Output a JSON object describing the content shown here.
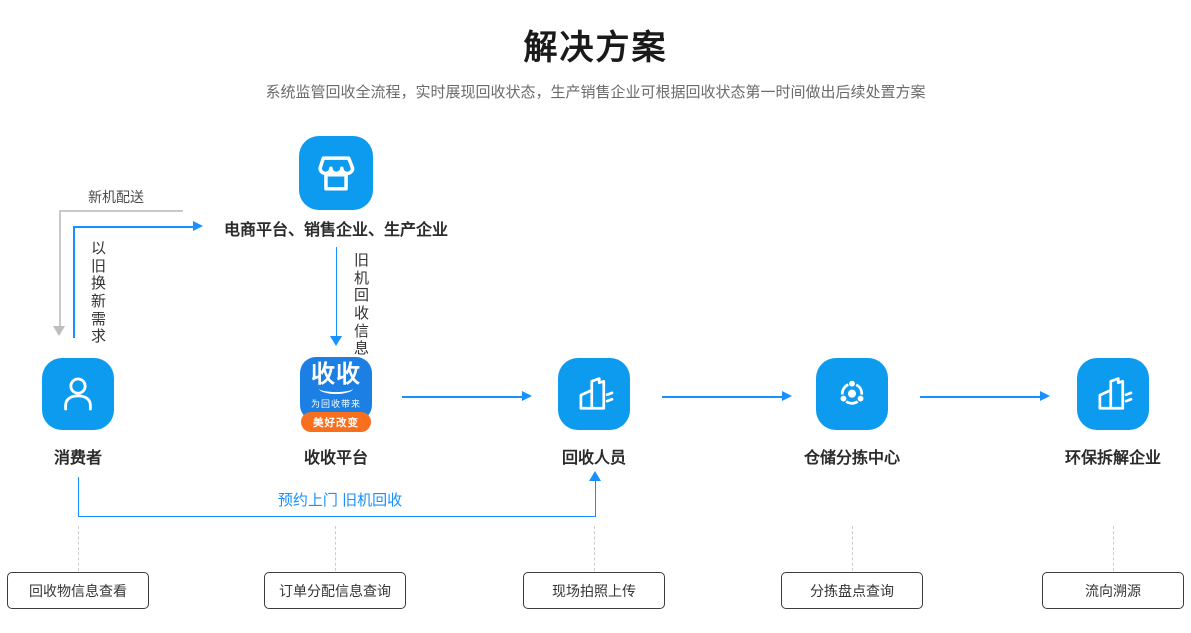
{
  "header": {
    "title": "解决方案",
    "subtitle": "系统监管回收全流程，实时展现回收状态，生产销售企业可根据回收状态第一时间做出后续处置方案"
  },
  "colors": {
    "icon_blue": "#0d9bf0",
    "arrow_blue": "#1890ff",
    "logo_blue": "#1b7fe4",
    "logo_orange": "#f8701d",
    "gray_line": "#c9c9c9",
    "dash_gray": "#cccccc"
  },
  "flow": {
    "top_node": {
      "label": "电商平台、销售企业、生产企业",
      "icon": "storefront-icon"
    },
    "edge_labels": {
      "new_machine_delivery": "新机配送",
      "trade_in_demand": "以旧换新需求",
      "old_machine_recycle_info": "旧机回收信息",
      "appointment_pickup": "预约上门 旧机回收"
    },
    "shoushou_logo": {
      "name": "收收",
      "tagline": "为回收带来",
      "banner": "美好改变"
    },
    "nodes": [
      {
        "label": "消费者",
        "icon": "person-icon"
      },
      {
        "label": "收收平台",
        "icon": "shoushou-logo"
      },
      {
        "label": "回收人员",
        "icon": "building-icon"
      },
      {
        "label": "仓储分拣中心",
        "icon": "hub-icon"
      },
      {
        "label": "环保拆解企业",
        "icon": "building-icon"
      }
    ]
  },
  "feature_boxes": [
    {
      "label": "回收物信息查看"
    },
    {
      "label": "订单分配信息查询"
    },
    {
      "label": "现场拍照上传"
    },
    {
      "label": "分拣盘点查询"
    },
    {
      "label": "流向溯源"
    }
  ]
}
